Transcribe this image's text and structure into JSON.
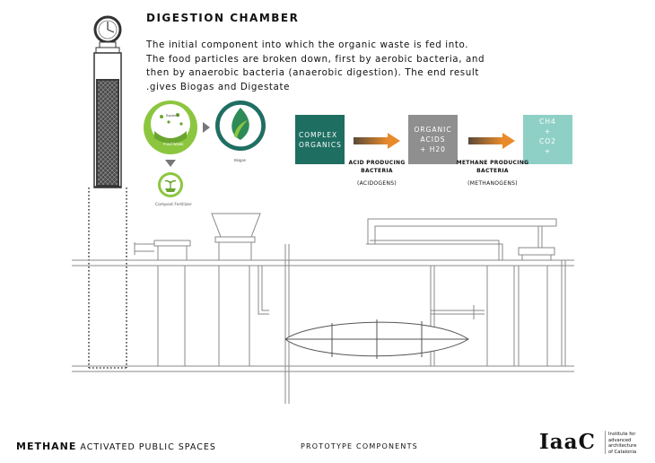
{
  "header": {
    "title": "DIGESTION CHAMBER",
    "description_lines": [
      "The initial component into which the organic waste is fed into.",
      "The food particles are broken down, first by aerobic bacteria, and",
      "then by anaerobic bacteria (anaerobic digestion). The end result",
      ".gives Biogas and Digestate"
    ]
  },
  "icons": {
    "food_waste_top": "Bacteria",
    "food_waste_label": "Food Waste",
    "biogas_label": "Biogas",
    "compost_label": "Compost Fertilizer"
  },
  "process": {
    "box1_lines": [
      "COMPLEX",
      "ORGANICS"
    ],
    "step1_label_lines": [
      "ACID PRODUCING",
      "BACTERIA"
    ],
    "step1_sub": "(ACIDOGENS)",
    "box2_lines": [
      "ORGANIC",
      "ACIDS",
      "+ H20"
    ],
    "step2_label_lines": [
      "METHANE PRODUCING",
      "BACTERIA"
    ],
    "step2_sub": "(METHANOGENS)",
    "box3_lines": [
      "CH4",
      "+",
      "CO2",
      "+"
    ]
  },
  "footer": {
    "project_bold": "METHANE",
    "project_rest": " ACTIVATED PUBLIC SPACES",
    "section": "PROTOTYPE COMPONENTS",
    "logo": "IaaC",
    "institute_lines": [
      "Institute for",
      "advanced",
      "architecture",
      "of Catalonia"
    ]
  },
  "colors": {
    "complex_box": "#1f6e62",
    "organic_box": "#8f8f8f",
    "ch4_box": "#8fd0c6",
    "green_accent": "#8cc63f",
    "arrow_orange": "#e98b2a"
  }
}
